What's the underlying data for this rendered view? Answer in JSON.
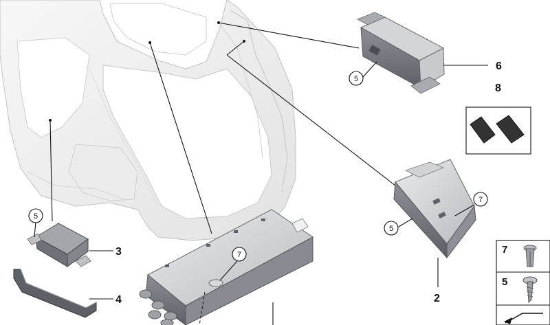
{
  "diagram": {
    "callouts": {
      "part_2": "2",
      "part_3": "3",
      "part_4": "4",
      "part_6": "6",
      "part_8": "8"
    },
    "bubbles": {
      "b5_bracket": "5",
      "b5_upper_module": "5",
      "b5_mid_module": "5",
      "b7_mid_module": "7",
      "b7_main_unit": "7"
    },
    "legend": [
      {
        "number": "7",
        "part": "expanding-rivet"
      },
      {
        "number": "5",
        "part": "screw"
      }
    ],
    "colors": {
      "body_shell": "#f1f1f1",
      "body_shell_stroke": "#c9c9c9",
      "module_gray": "#9b9ea3",
      "module_dark": "#5d6066",
      "line": "#111111"
    }
  }
}
